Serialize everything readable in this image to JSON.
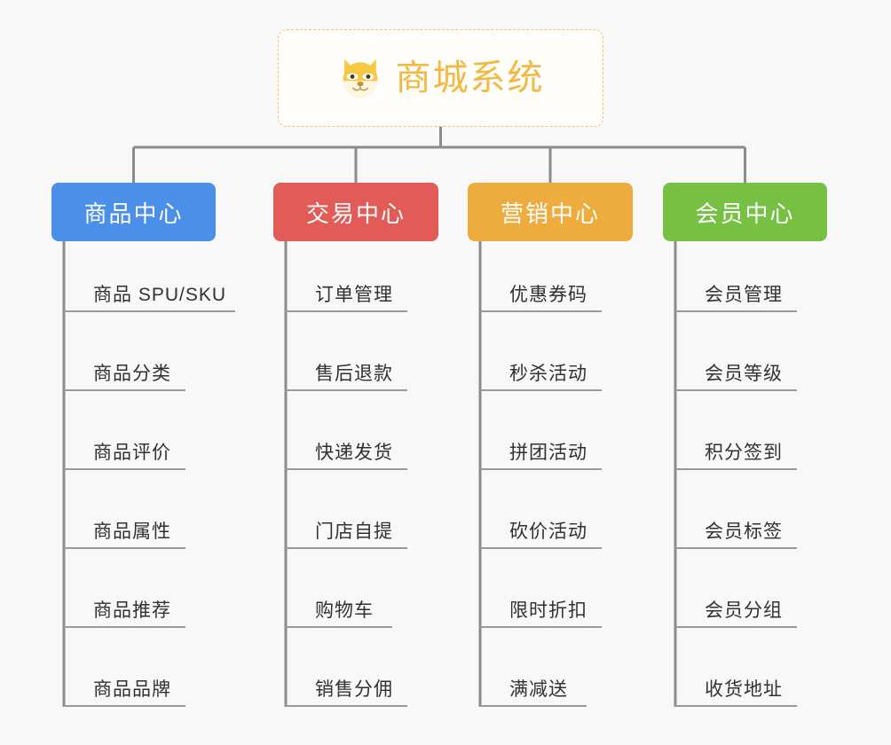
{
  "diagram": {
    "title": "商城系统",
    "type": "organization-tree",
    "background_color": "#f8f8f8",
    "connector_color": "#8c8c8c",
    "leaf_text_color": "#303133",
    "leaf_rule_color": "#9a9a9a"
  },
  "root": {
    "label": "商城系统",
    "icon": "dog-face-icon",
    "text_color": "#f3b842",
    "border_color": "#f2c16a",
    "background_color": "#fffefb"
  },
  "branches": [
    {
      "label": "商品中心",
      "color": "#4a90e8",
      "items": [
        "商品 SPU/SKU",
        "商品分类",
        "商品评价",
        "商品属性",
        "商品推荐",
        "商品品牌"
      ]
    },
    {
      "label": "交易中心",
      "color": "#e25b57",
      "items": [
        "订单管理",
        "售后退款",
        "快递发货",
        "门店自提",
        "购物车",
        "销售分佣"
      ]
    },
    {
      "label": "营销中心",
      "color": "#eeab3e",
      "items": [
        "优惠券码",
        "秒杀活动",
        "拼团活动",
        "砍价活动",
        "限时折扣",
        "满减送"
      ]
    },
    {
      "label": "会员中心",
      "color": "#76c144",
      "items": [
        "会员管理",
        "会员等级",
        "积分签到",
        "会员标签",
        "会员分组",
        "收货地址"
      ]
    }
  ]
}
